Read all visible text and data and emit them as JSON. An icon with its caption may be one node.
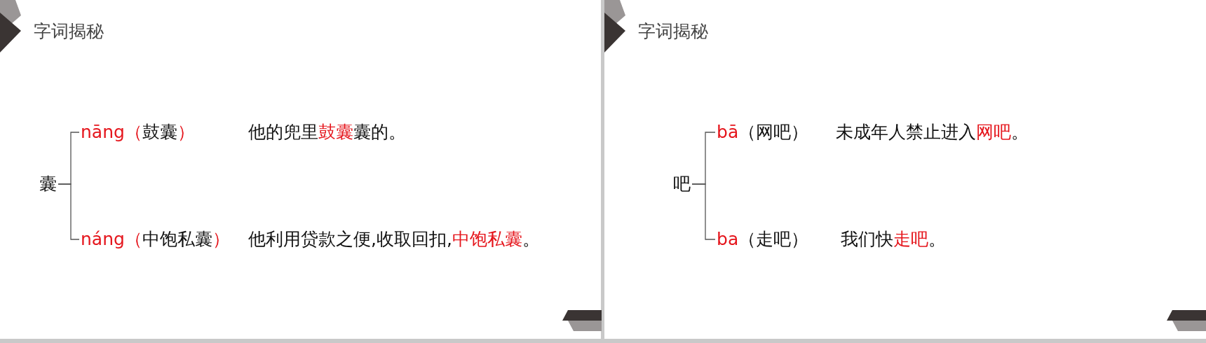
{
  "diagram": {
    "nodes": [
      {
        "text": [
          "囊"
        ]
      },
      {
        "text": [
          "nāng（鼓囊）",
          "他的兜里鼓囊囊的。"
        ]
      },
      {
        "text": [
          "náng（中饱私囊）",
          "他利用贷款之便,收取回扣,中饱私囊。"
        ]
      },
      {
        "text": [
          "吧"
        ]
      },
      {
        "text": [
          "bā（网吧）",
          "未成年人禁止进入网吧。"
        ]
      },
      {
        "text": [
          "ba（走吧）",
          "我们快走吧。"
        ]
      }
    ],
    "edges": [
      {
        "from": 0,
        "to": 1,
        "arrow": "none"
      },
      {
        "from": 0,
        "to": 2,
        "arrow": "none"
      },
      {
        "from": 3,
        "to": 4,
        "arrow": "none"
      },
      {
        "from": 3,
        "to": 5,
        "arrow": "none"
      }
    ],
    "labels": [
      "字词揭秘",
      "字词揭秘"
    ]
  }
}
